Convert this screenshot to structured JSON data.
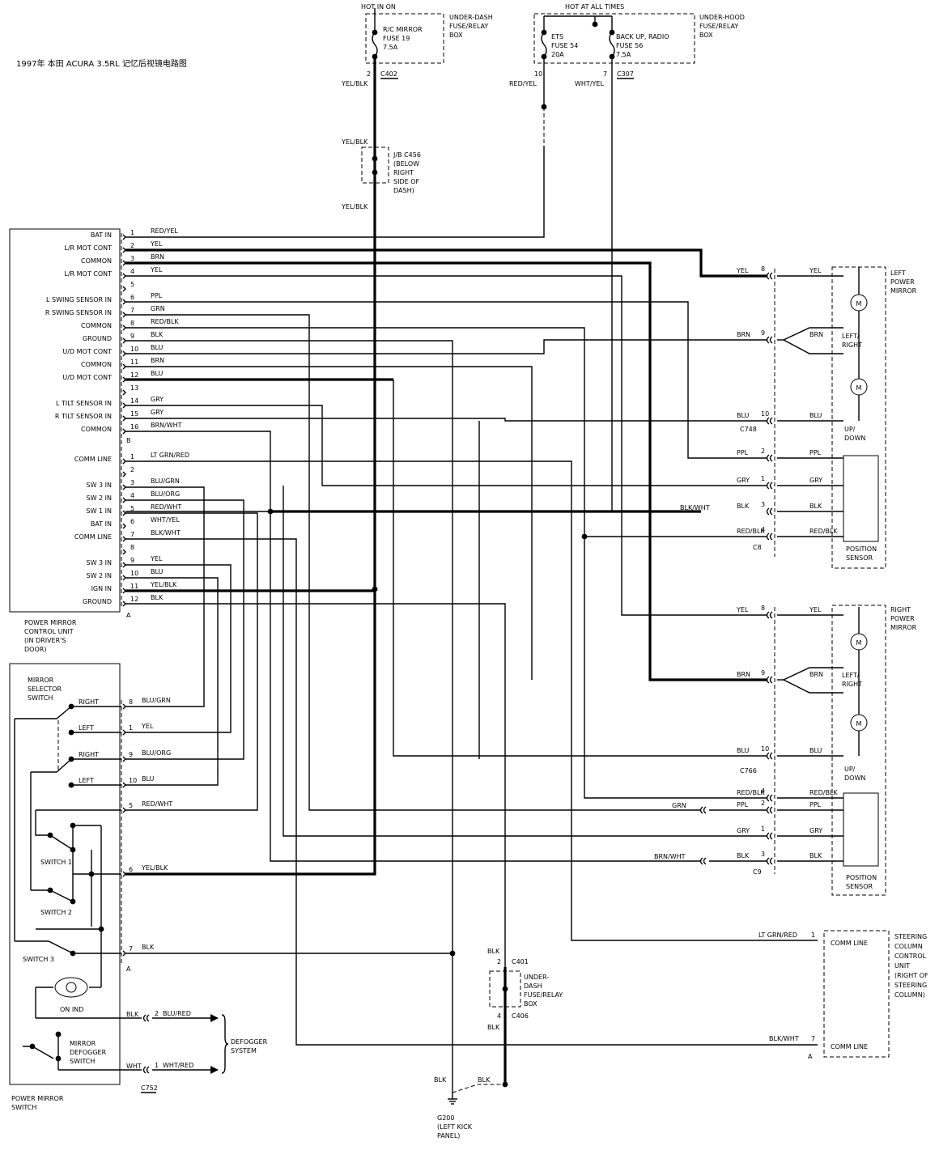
{
  "title": "1997年 本田 ACURA 3.5RL  记忆后视镜电路图",
  "top": {
    "hot_in_on": "HOT IN ON",
    "hot_at_all_times": "HOT AT ALL TIMES",
    "underdash_box": [
      "UNDER-DASH",
      "FUSE/RELAY",
      "BOX"
    ],
    "underhood_box": [
      "UNDER-HOOD",
      "FUSE/RELAY",
      "BOX"
    ],
    "fuse19": [
      "R/C MIRROR",
      "FUSE 19",
      "7.5A"
    ],
    "fuse54": [
      "ETS",
      "FUSE 54",
      "20A"
    ],
    "fuse56": [
      "BACK UP, RADIO",
      "FUSE 56",
      "7.5A"
    ],
    "c402": "C402",
    "c402_pin": "2",
    "yel_blk": "YEL/BLK",
    "c307": "C307",
    "c307_pin10": "10",
    "c307_pin7": "7",
    "red_yel": "RED/YEL",
    "wht_yel": "WHT/YEL",
    "jb": [
      "J/B C456",
      "(BELOW",
      "RIGHT",
      "SIDE OF",
      "DASH)"
    ]
  },
  "control_unit": {
    "caption": [
      "POWER MIRROR",
      "CONTROL UNIT",
      "(IN DRIVER'S",
      "DOOR)"
    ],
    "conn_b": "B",
    "conn_a": "A",
    "b_pins": [
      {
        "n": "1",
        "label": "BAT IN",
        "wire": "RED/YEL"
      },
      {
        "n": "2",
        "label": "L/R MOT CONT",
        "wire": "YEL"
      },
      {
        "n": "3",
        "label": "COMMON",
        "wire": "BRN"
      },
      {
        "n": "4",
        "label": "L/R MOT CONT",
        "wire": "YEL"
      },
      {
        "n": "5",
        "label": "",
        "wire": ""
      },
      {
        "n": "6",
        "label": "L SWING SENSOR IN",
        "wire": "PPL"
      },
      {
        "n": "7",
        "label": "R SWING SENSOR IN",
        "wire": "GRN"
      },
      {
        "n": "8",
        "label": "COMMON",
        "wire": "RED/BLK"
      },
      {
        "n": "9",
        "label": "GROUND",
        "wire": "BLK"
      },
      {
        "n": "10",
        "label": "U/D MOT CONT",
        "wire": "BLU"
      },
      {
        "n": "11",
        "label": "COMMON",
        "wire": "BRN"
      },
      {
        "n": "12",
        "label": "U/D MOT CONT",
        "wire": "BLU"
      },
      {
        "n": "13",
        "label": "",
        "wire": ""
      },
      {
        "n": "14",
        "label": "L TILT SENSOR IN",
        "wire": "GRY"
      },
      {
        "n": "15",
        "label": "R TILT SENSOR IN",
        "wire": "GRY"
      },
      {
        "n": "16",
        "label": "COMMON",
        "wire": "BRN/WHT"
      }
    ],
    "a_pins": [
      {
        "n": "1",
        "label": "COMM LINE",
        "wire": "LT GRN/RED"
      },
      {
        "n": "2",
        "label": "",
        "wire": ""
      },
      {
        "n": "3",
        "label": "SW 3 IN",
        "wire": "BLU/GRN"
      },
      {
        "n": "4",
        "label": "SW 2 IN",
        "wire": "BLU/ORG"
      },
      {
        "n": "5",
        "label": "SW 1 IN",
        "wire": "RED/WHT"
      },
      {
        "n": "6",
        "label": "BAT IN",
        "wire": "WHT/YEL"
      },
      {
        "n": "7",
        "label": "COMM LINE",
        "wire": "BLK/WHT"
      },
      {
        "n": "8",
        "label": "",
        "wire": ""
      },
      {
        "n": "9",
        "label": "SW 3 IN",
        "wire": "YEL"
      },
      {
        "n": "10",
        "label": "SW 2 IN",
        "wire": "BLU"
      },
      {
        "n": "11",
        "label": "IGN IN",
        "wire": "YEL/BLK"
      },
      {
        "n": "12",
        "label": "GROUND",
        "wire": "BLK"
      }
    ]
  },
  "left_mirror": {
    "title": [
      "LEFT",
      "POWER",
      "MIRROR"
    ],
    "lr": [
      "LEFT/",
      "RIGHT"
    ],
    "ud": [
      "UP/",
      "DOWN"
    ],
    "pos": [
      "POSITION",
      "SENSOR"
    ],
    "c748": "C748",
    "c8": "C8",
    "pins": [
      {
        "n": "8",
        "outer": "YEL",
        "inner": "YEL"
      },
      {
        "n": "9",
        "outer": "BRN",
        "inner": "BRN"
      },
      {
        "n": "10",
        "outer": "BLU",
        "inner": "BLU"
      },
      {
        "n": "2",
        "outer": "PPL",
        "inner": "PPL"
      },
      {
        "n": "1",
        "outer": "GRY",
        "inner": "GRY"
      },
      {
        "n": "3",
        "outer": "BLK",
        "inner": "BLK"
      },
      {
        "n": "4",
        "outer": "RED/BLK",
        "inner": "RED/BLK"
      }
    ],
    "blk_wht": "BLK/WHT"
  },
  "right_mirror": {
    "title": [
      "RIGHT",
      "POWER",
      "MIRROR"
    ],
    "lr": [
      "LEFT/",
      "RIGHT"
    ],
    "ud": [
      "UP/",
      "DOWN"
    ],
    "pos": [
      "POSITION",
      "SENSOR"
    ],
    "c766": "C766",
    "c9": "C9",
    "pins": [
      {
        "n": "8",
        "outer": "YEL",
        "inner": "YEL"
      },
      {
        "n": "9",
        "outer": "BRN",
        "inner": "BRN"
      },
      {
        "n": "10",
        "outer": "BLU",
        "inner": "BLU"
      },
      {
        "n": "4",
        "outer": "RED/BLK",
        "inner": "RED/BLK"
      },
      {
        "n": "2",
        "outer": "PPL",
        "inner": "PPL"
      },
      {
        "n": "1",
        "outer": "GRY",
        "inner": "GRY"
      },
      {
        "n": "3",
        "outer": "BLK",
        "inner": "BLK"
      }
    ],
    "grn": "GRN",
    "brn_wht": "BRN/WHT"
  },
  "switch": {
    "caption": [
      "POWER MIRROR",
      "SWITCH"
    ],
    "selector": [
      "MIRROR",
      "SELECTOR",
      "SWITCH"
    ],
    "right": "RIGHT",
    "left": "LEFT",
    "sw1": "SWITCH 1",
    "sw2": "SWITCH 2",
    "sw3": "SWITCH 3",
    "on_ind": "ON IND",
    "defogger_switch": [
      "MIRROR",
      "DEFOGGER",
      "SWITCH"
    ],
    "conn_a": "A",
    "pins": [
      {
        "n": "8",
        "wire": "BLU/GRN"
      },
      {
        "n": "1",
        "wire": "YEL"
      },
      {
        "n": "9",
        "wire": "BLU/ORG"
      },
      {
        "n": "10",
        "wire": "BLU"
      },
      {
        "n": "5",
        "wire": "RED/WHT"
      },
      {
        "n": "6",
        "wire": "YEL/BLK"
      },
      {
        "n": "7",
        "wire": "BLK"
      }
    ]
  },
  "defogger": {
    "system": [
      "DEFOGGER",
      "SYSTEM"
    ],
    "blk": "BLK",
    "wht": "WHT",
    "p2": "2",
    "p1": "1",
    "w2": "BLU/RED",
    "w1": "WHT/RED",
    "c752": "C752"
  },
  "ground": {
    "blk_top": "BLK",
    "c401": "C401",
    "c401_pin": "2",
    "box": [
      "UNDER-",
      "DASH",
      "FUSE/RELAY",
      "BOX"
    ],
    "c406": "C406",
    "c406_pin": "4",
    "blk_bot": "BLK",
    "blk_left": "BLK",
    "blk_right": "BLK",
    "g200": [
      "G200",
      "(LEFT KICK",
      "PANEL)"
    ]
  },
  "steering": {
    "title": [
      "STEERING",
      "COLUMN",
      "CONTROL",
      "UNIT",
      "(RIGHT OF",
      "STEERING",
      "COLUMN)"
    ],
    "comm1": "COMM LINE",
    "comm2": "COMM LINE",
    "w1": "LT GRN/RED",
    "p1": "1",
    "w2": "BLK/WHT",
    "p2": "7",
    "conn": "A"
  }
}
